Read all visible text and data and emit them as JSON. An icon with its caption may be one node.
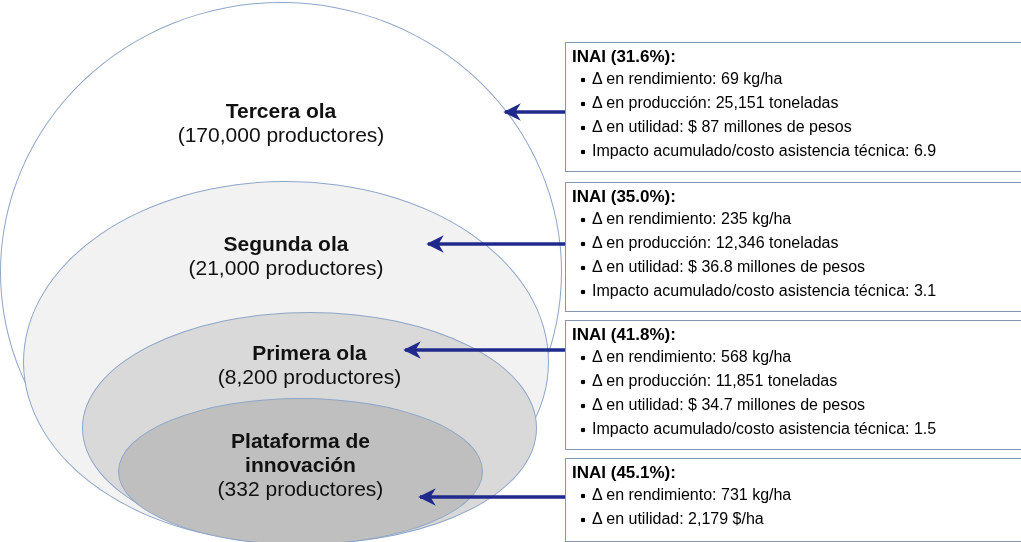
{
  "diagram": {
    "nodes": [
      {
        "text": [
          "Tercera ola",
          "(170,000 productores)"
        ]
      },
      {
        "text": [
          "Segunda ola",
          "(21,000 productores)"
        ],
        "in": 0
      },
      {
        "text": [
          "Primera ola",
          "(8,200 productores)"
        ],
        "in": 1
      },
      {
        "text": [
          "Plataforma de innovación",
          "(332 productores)"
        ],
        "in": 2
      },
      {
        "text": [
          "INAI (31.6%):",
          "Δ en rendimiento: 69 kg/ha",
          "Δ en producción: 25,151 toneladas",
          "Δ en utilidad: $ 87 millones de pesos",
          "Impacto acumulado/costo asistencia técnica: 6.9"
        ]
      },
      {
        "text": [
          "INAI (35.0%):",
          "Δ en rendimiento: 235 kg/ha",
          "Δ en producción: 12,346 toneladas",
          "Δ en utilidad: $ 36.8 millones de pesos",
          "Impacto acumulado/costo asistencia técnica: 3.1"
        ]
      },
      {
        "text": [
          "INAI (41.8%):",
          "Δ en rendimiento: 568 kg/ha",
          "Δ en producción: 11,851 toneladas",
          "Δ en utilidad: $ 34.7 millones de pesos",
          "Impacto acumulado/costo asistencia técnica: 1.5"
        ]
      },
      {
        "text": [
          "INAI (45.1%):",
          "Δ en rendimiento: 731 kg/ha",
          "Δ en utilidad: 2,179 $/ha"
        ]
      }
    ],
    "edges": [
      {
        "from": 4,
        "to": 0,
        "arrow": "to"
      },
      {
        "from": 5,
        "to": 1,
        "arrow": "to"
      },
      {
        "from": 6,
        "to": 2,
        "arrow": "to"
      },
      {
        "from": 7,
        "to": 3,
        "arrow": "to"
      }
    ]
  }
}
